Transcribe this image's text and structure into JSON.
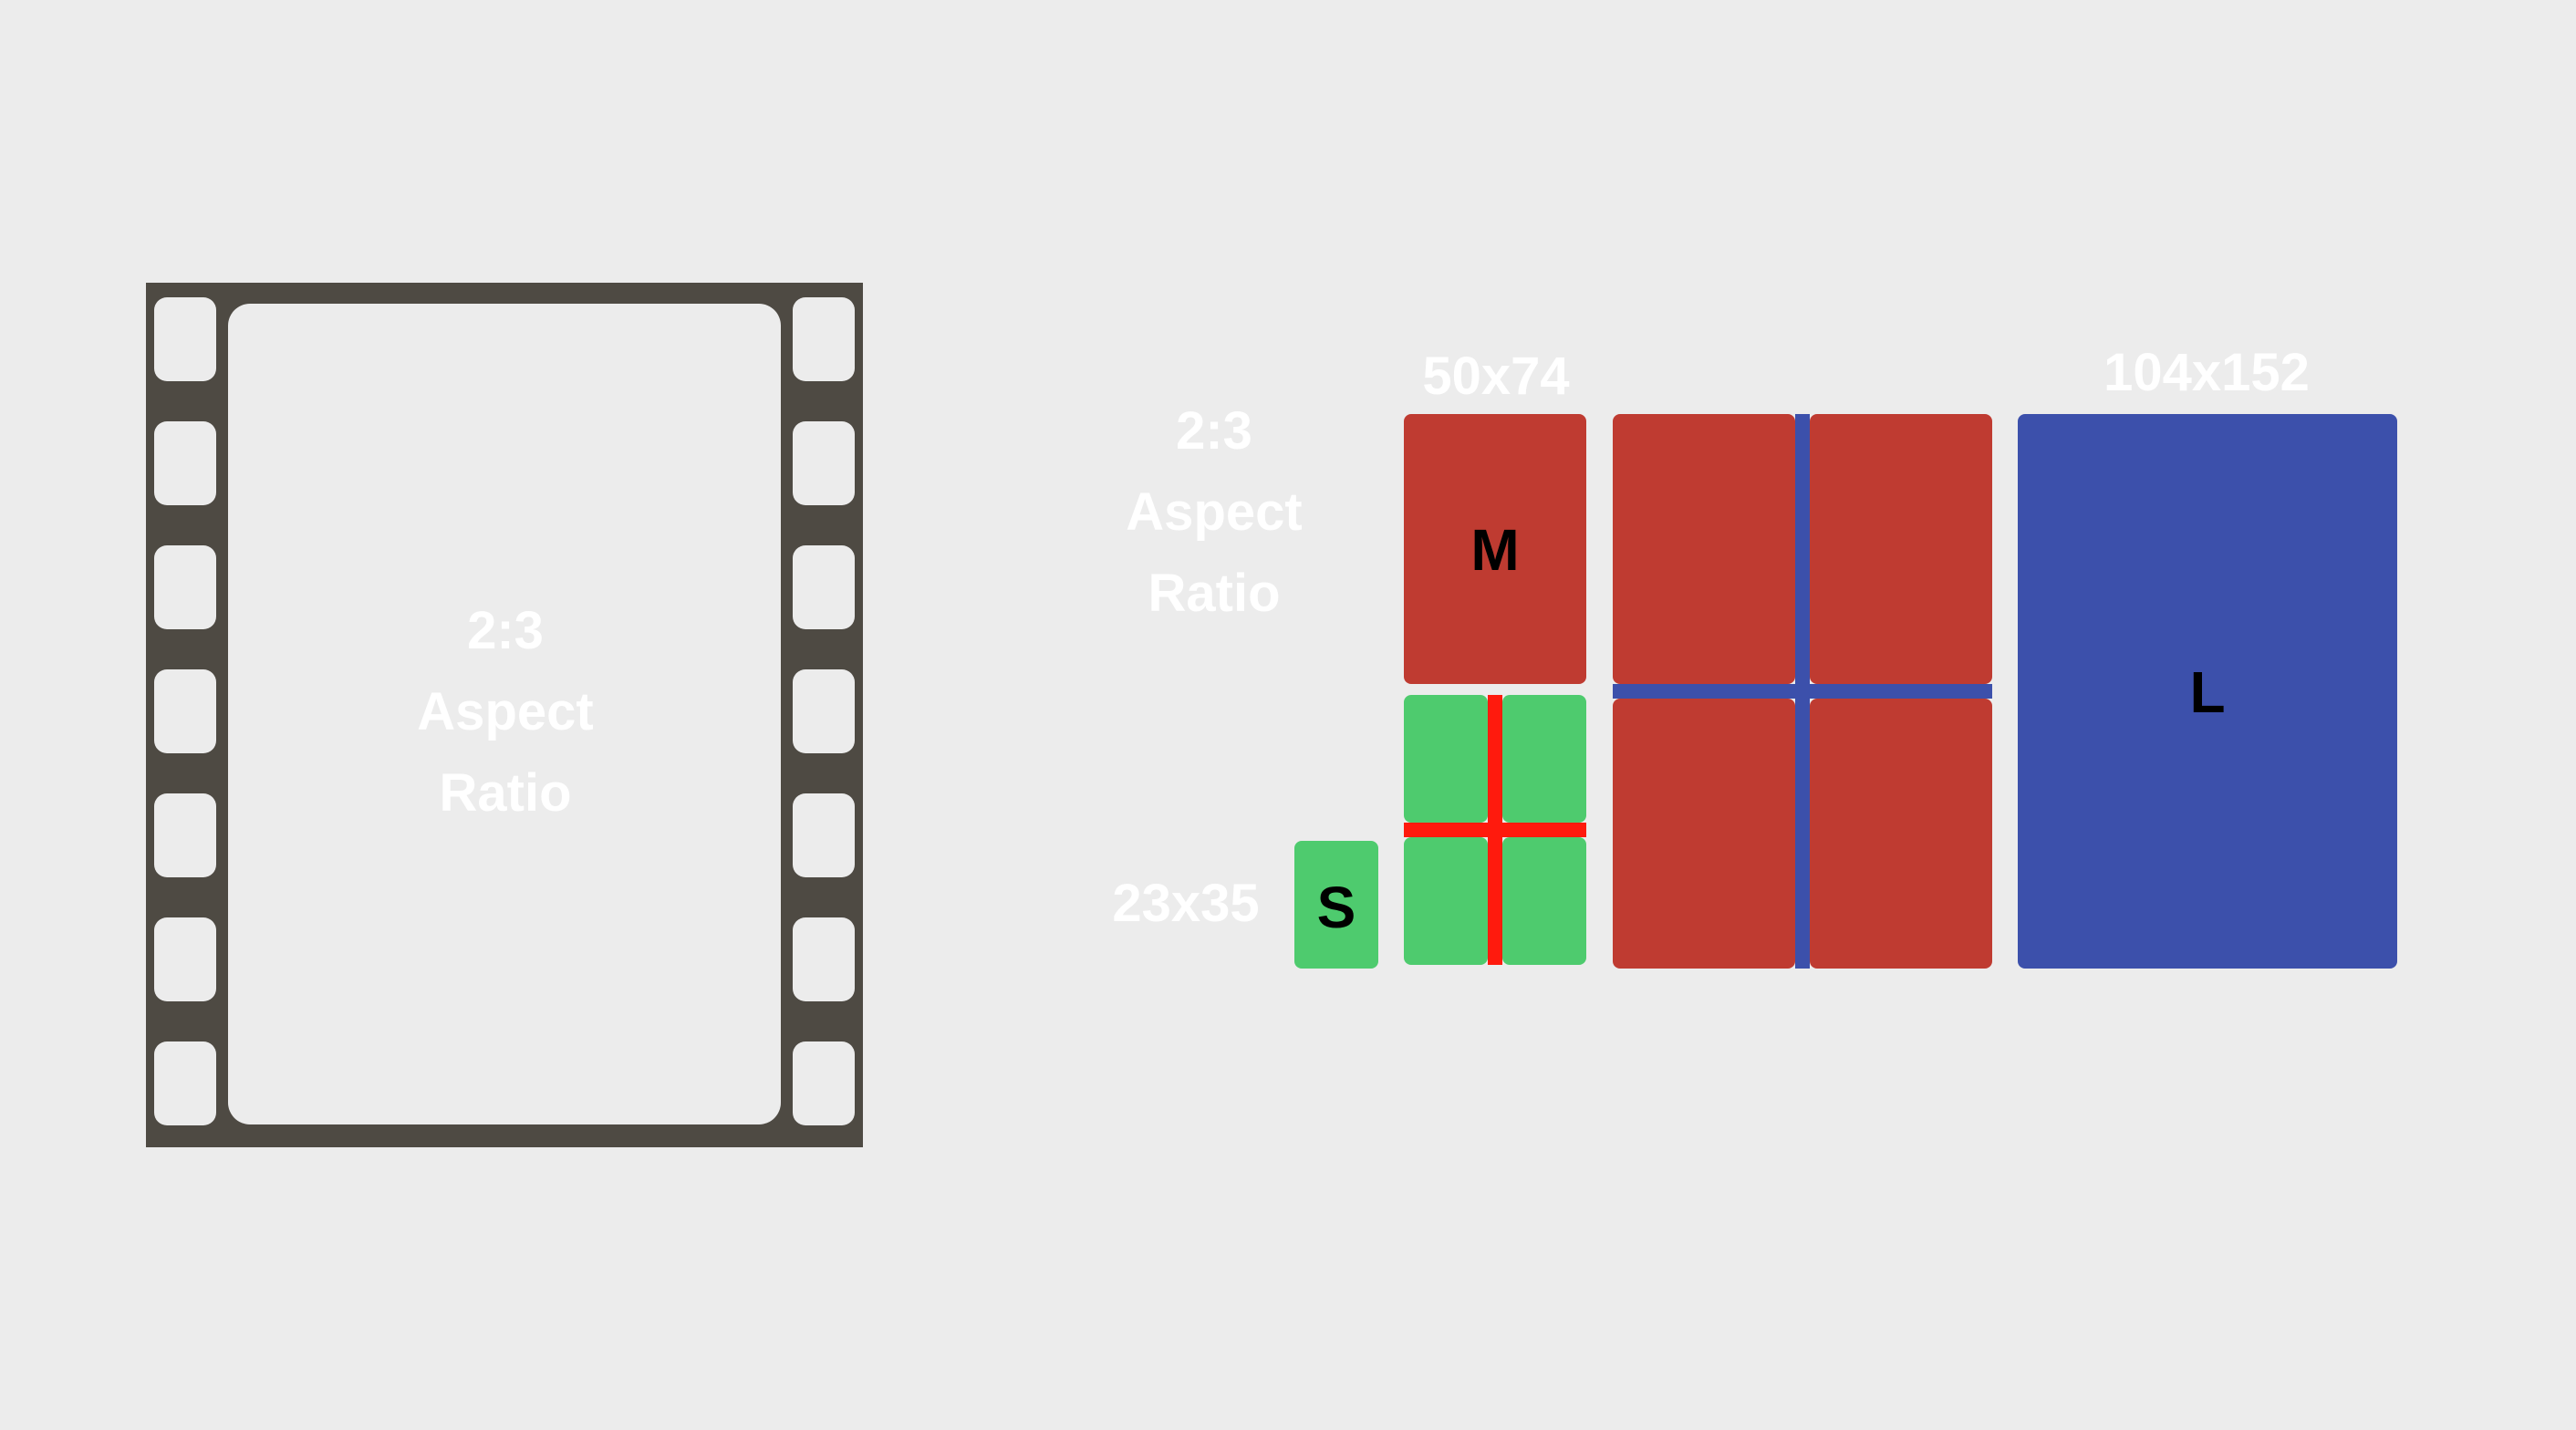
{
  "colors": {
    "background": "#ececec",
    "film_frame": "#4e4a43",
    "film_inner": "#ececec",
    "label_text": "#ffffff",
    "small_green": "#4ecb6e",
    "medium_red": "#bf3b31",
    "grid_red_gap": "#ff1a0d",
    "large_blue": "#3c50ab",
    "grid_blue_gap": "#3c50ab",
    "letter_text": "#000000"
  },
  "film": {
    "icon": "film-strip-icon",
    "label_line1": "2:3",
    "label_line2": "Aspect",
    "label_line3": "Ratio"
  },
  "side_label": {
    "line1": "2:3",
    "line2": "Aspect",
    "line3": "Ratio"
  },
  "sizes": {
    "small": {
      "dimensions": "23x35",
      "letter": "S"
    },
    "medium": {
      "dimensions": "50x74",
      "letter": "M"
    },
    "large": {
      "dimensions": "104x152",
      "letter": "L"
    }
  }
}
